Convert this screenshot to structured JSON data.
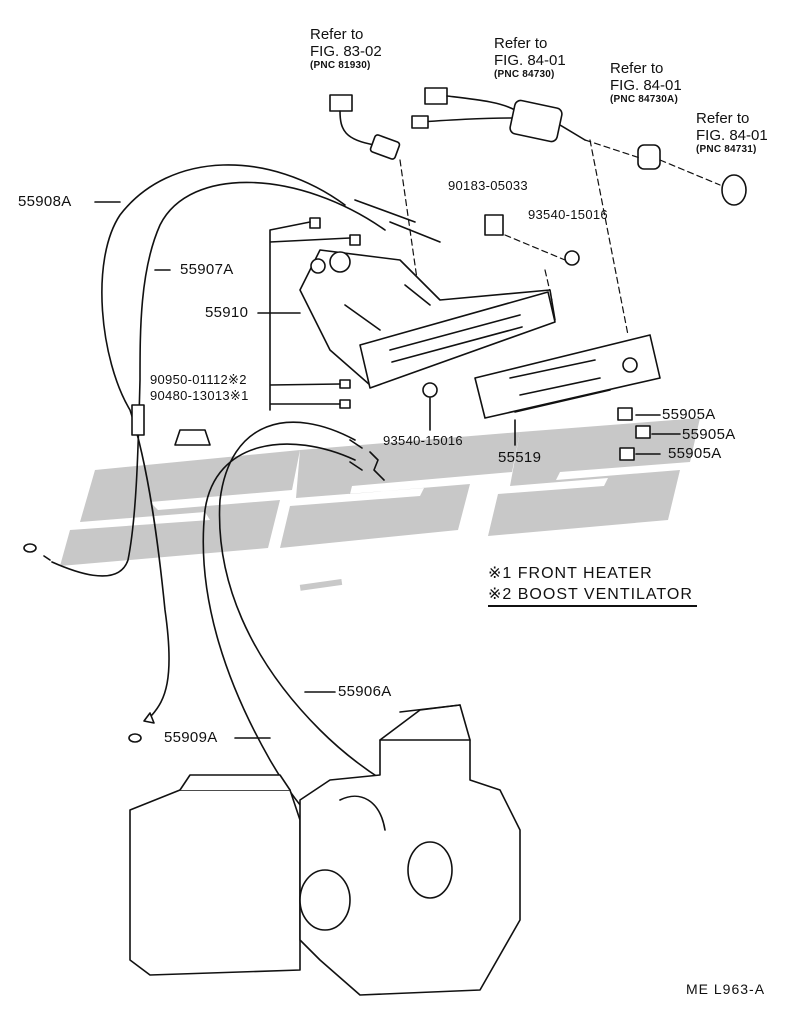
{
  "references": [
    {
      "line1": "Refer to",
      "line2": "FIG. 83-02",
      "pnc": "(PNC 81930)"
    },
    {
      "line1": "Refer to",
      "line2": "FIG. 84-01",
      "pnc": "(PNC 84730)"
    },
    {
      "line1": "Refer to",
      "line2": "FIG. 84-01",
      "pnc": "(PNC 84730A)"
    },
    {
      "line1": "Refer to",
      "line2": "FIG. 84-01",
      "pnc": "(PNC 84731)"
    }
  ],
  "parts": {
    "p55908A": "55908A",
    "p55907A": "55907A",
    "p55910": "55910",
    "p90950": "90950-01112※2",
    "p90480": "90480-13013※1",
    "p90183": "90183-05033",
    "p93540_top": "93540-15016",
    "p93540_bottom": "93540-15016",
    "p55519": "55519",
    "p55905A_1": "55905A",
    "p55905A_2": "55905A",
    "p55905A_3": "55905A",
    "p55906A": "55906A",
    "p55909A": "55909A"
  },
  "legend": {
    "item1": "※1 FRONT HEATER",
    "item2": "※2 BOOST  VENTILATOR"
  },
  "diagram_code": "ME  L963-A"
}
